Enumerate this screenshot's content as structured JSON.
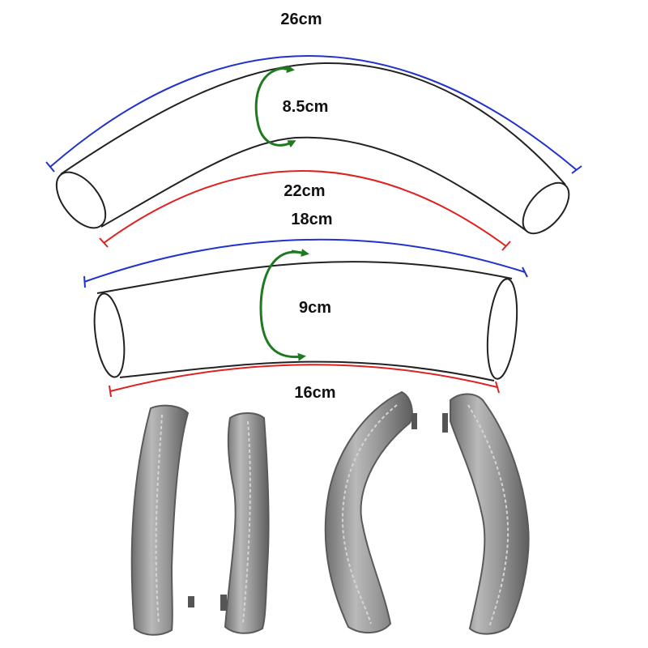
{
  "labels": {
    "large_outer_length": "26cm",
    "large_circumference": "8.5cm",
    "large_inner_length": "22cm",
    "small_outer_length": "18cm",
    "small_circumference": "9cm",
    "small_inner_length": "16cm"
  },
  "colors": {
    "outline": "#222222",
    "outer_measure": "#2233cc",
    "inner_measure": "#dd2222",
    "circumference_arrow": "#1e7a1e",
    "cover_fill": "#9a9a9a",
    "cover_shade": "#6e6e6e",
    "cover_highlight": "#c8c8c8",
    "zipper": "#555555"
  }
}
